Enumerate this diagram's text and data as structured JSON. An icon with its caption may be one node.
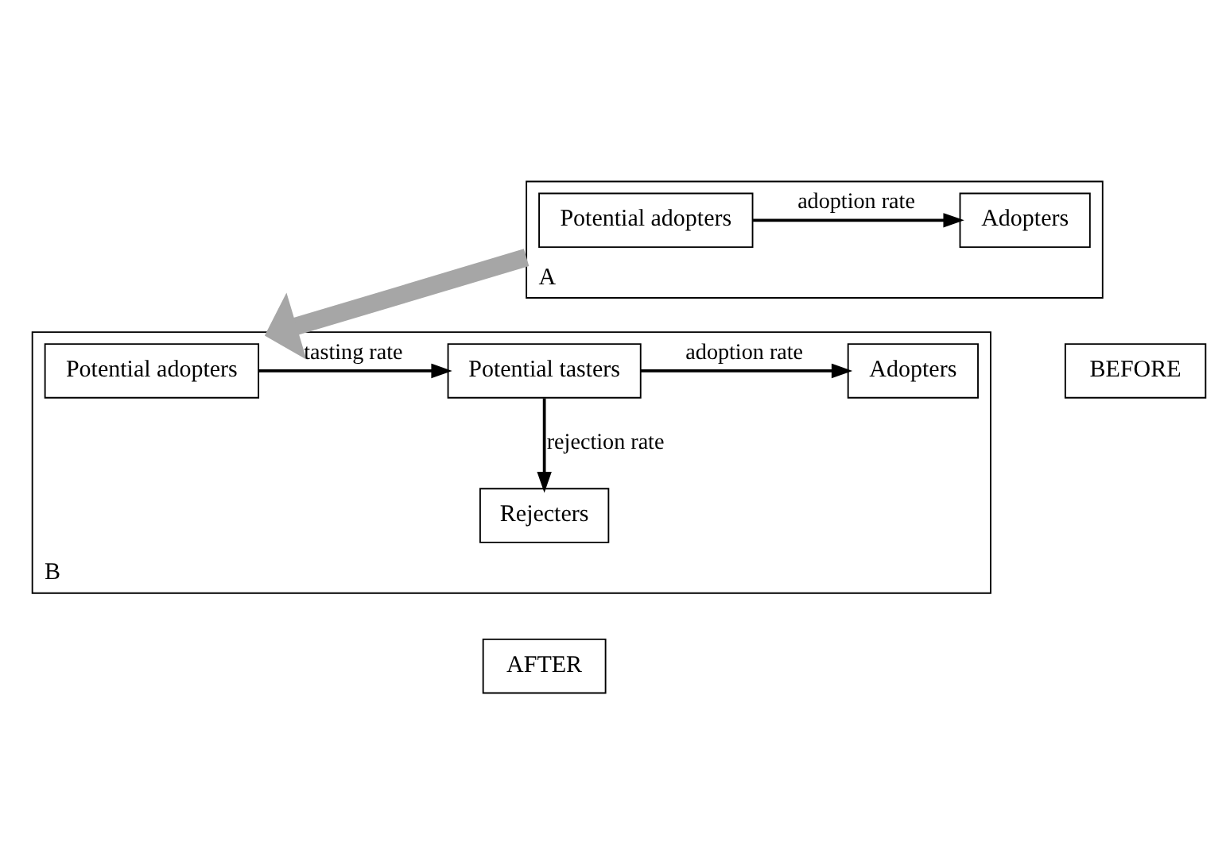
{
  "diagram": {
    "nodes": [
      {
        "text": [
          "A"
        ]
      },
      {
        "text": [
          "Potential adopters"
        ],
        "in": 0
      },
      {
        "text": [
          "Adopters"
        ],
        "in": 0
      },
      {
        "text": [
          "BEFORE"
        ]
      },
      {
        "text": [
          "B"
        ]
      },
      {
        "text": [
          "Potential adopters"
        ],
        "in": 4
      },
      {
        "text": [
          "Potential tasters"
        ],
        "in": 4
      },
      {
        "text": [
          "Adopters"
        ],
        "in": 4
      },
      {
        "text": [
          "Rejecters"
        ],
        "in": 4
      },
      {
        "text": [
          "AFTER"
        ]
      }
    ],
    "edges": [
      {
        "from": 1,
        "to": 2,
        "arrow": "to",
        "label": "adoption rate"
      },
      {
        "from": 0,
        "to": 4,
        "arrow": "to",
        "style": "thick",
        "color": "#a6a6a6"
      },
      {
        "from": 5,
        "to": 6,
        "arrow": "to",
        "label": "tasting rate"
      },
      {
        "from": 6,
        "to": 7,
        "arrow": "to",
        "label": "adoption rate"
      },
      {
        "from": 6,
        "to": 8,
        "arrow": "to",
        "label": "rejection rate"
      }
    ]
  }
}
